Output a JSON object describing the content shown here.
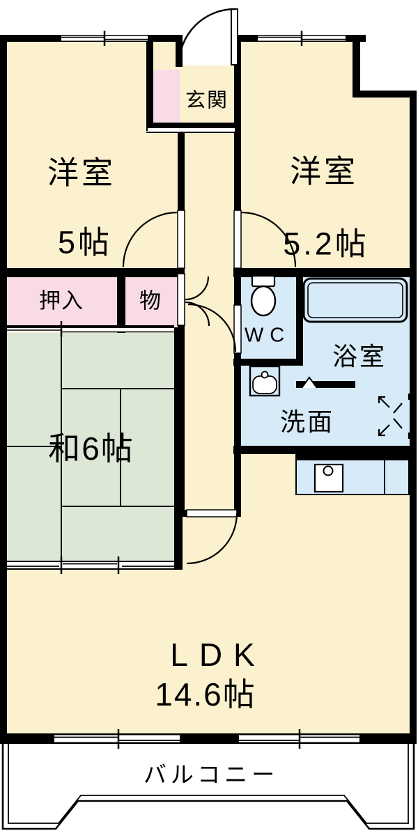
{
  "plan": {
    "title": "apartment-floorplan",
    "entrance": "玄関",
    "western_room_1": {
      "name": "洋室",
      "size": "5帖"
    },
    "western_room_2": {
      "name": "洋室",
      "size": "5.2帖"
    },
    "closet_oshiire": "押入",
    "closet_mono": "物",
    "japanese_room": "和6帖",
    "toilet": "WC",
    "bathroom": "浴室",
    "washroom": "洗面",
    "ldk": {
      "name": "LDK",
      "size": "14.6帖"
    },
    "balcony": "バルコニー",
    "colors": {
      "room_cream": "#FBF1CE",
      "closet_pink": "#F9DBE7",
      "wet_blue": "#D7EAF8",
      "tatami_green": "#DCE7D6",
      "wall": "#000000",
      "outside": "#FFFFFF"
    }
  }
}
